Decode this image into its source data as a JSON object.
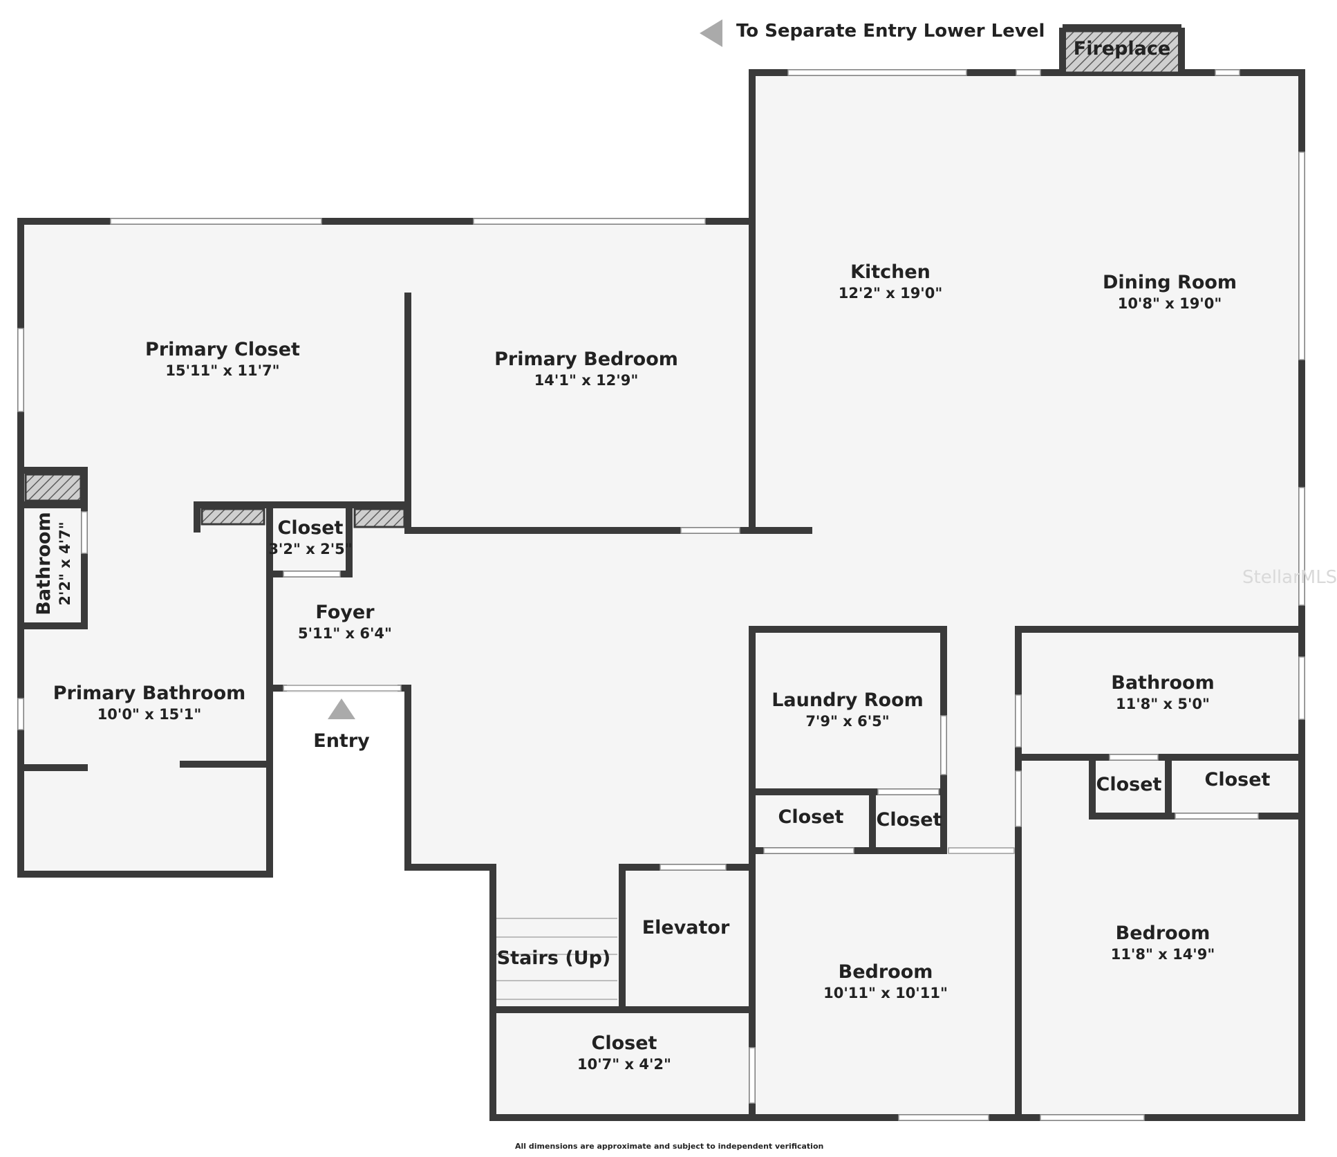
{
  "plan": {
    "header_note": "To Separate Entry Lower Level",
    "footer_note": "All dimensions are approximate and subject to independent verification",
    "watermark": "StellarMLS",
    "entry_label": "Entry",
    "fireplace_label": "Fireplace",
    "colors": {
      "wall": "#3a3a3a",
      "floor": "#f5f5f5",
      "hatch": "#6b6b6b",
      "arrow": "#aaaaaa",
      "window": "#ffffff"
    },
    "rooms": [
      {
        "id": "kitchen",
        "name": "Kitchen",
        "dims": "12'2\" x 19'0\""
      },
      {
        "id": "dining-room",
        "name": "Dining Room",
        "dims": "10'8\" x 19'0\""
      },
      {
        "id": "primary-closet",
        "name": "Primary Closet",
        "dims": "15'11\" x 11'7\""
      },
      {
        "id": "primary-bedroom",
        "name": "Primary Bedroom",
        "dims": "14'1\" x 12'9\""
      },
      {
        "id": "foyer-closet",
        "name": "Closet",
        "dims": "3'2\" x 2'5\""
      },
      {
        "id": "small-bathroom",
        "name": "Bathroom",
        "dims": "2'2\" x 4'7\""
      },
      {
        "id": "foyer",
        "name": "Foyer",
        "dims": "5'11\" x 6'4\""
      },
      {
        "id": "primary-bathroom",
        "name": "Primary Bathroom",
        "dims": "10'0\" x 15'1\""
      },
      {
        "id": "laundry-room",
        "name": "Laundry Room",
        "dims": "7'9\" x 6'5\""
      },
      {
        "id": "bathroom",
        "name": "Bathroom",
        "dims": "11'8\" x 5'0\""
      },
      {
        "id": "closet-laundry-left",
        "name": "Closet",
        "dims": ""
      },
      {
        "id": "closet-laundry-right",
        "name": "Closet",
        "dims": ""
      },
      {
        "id": "closet-bath-small",
        "name": "Closet",
        "dims": ""
      },
      {
        "id": "closet-bath-right",
        "name": "Closet",
        "dims": ""
      },
      {
        "id": "elevator",
        "name": "Elevator",
        "dims": ""
      },
      {
        "id": "stairs",
        "name": "Stairs (Up)",
        "dims": ""
      },
      {
        "id": "bedroom-2",
        "name": "Bedroom",
        "dims": "10'11\" x 10'11\""
      },
      {
        "id": "bedroom-3",
        "name": "Bedroom",
        "dims": "11'8\" x 14'9\""
      },
      {
        "id": "hall-closet",
        "name": "Closet",
        "dims": "10'7\" x 4'2\""
      }
    ]
  }
}
